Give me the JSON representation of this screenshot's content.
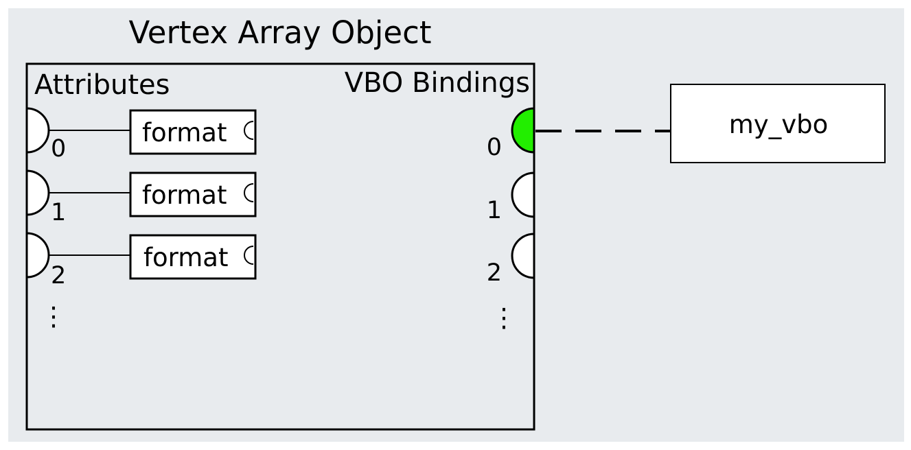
{
  "title": "Vertex Array Object",
  "attributes": {
    "heading": "Attributes",
    "items": [
      {
        "index": "0",
        "format_label": "format"
      },
      {
        "index": "1",
        "format_label": "format"
      },
      {
        "index": "2",
        "format_label": "format"
      }
    ],
    "ellipsis": "⋮"
  },
  "bindings": {
    "heading": "VBO Bindings",
    "items": [
      {
        "index": "0",
        "bound": true
      },
      {
        "index": "1",
        "bound": false
      },
      {
        "index": "2",
        "bound": false
      }
    ],
    "ellipsis": "⋮"
  },
  "vbo": {
    "label": "my_vbo"
  },
  "colors": {
    "canvas": "#e8ebee",
    "bound_binding": "#22ee00",
    "line": "#000000",
    "box_fill": "#ffffff"
  }
}
